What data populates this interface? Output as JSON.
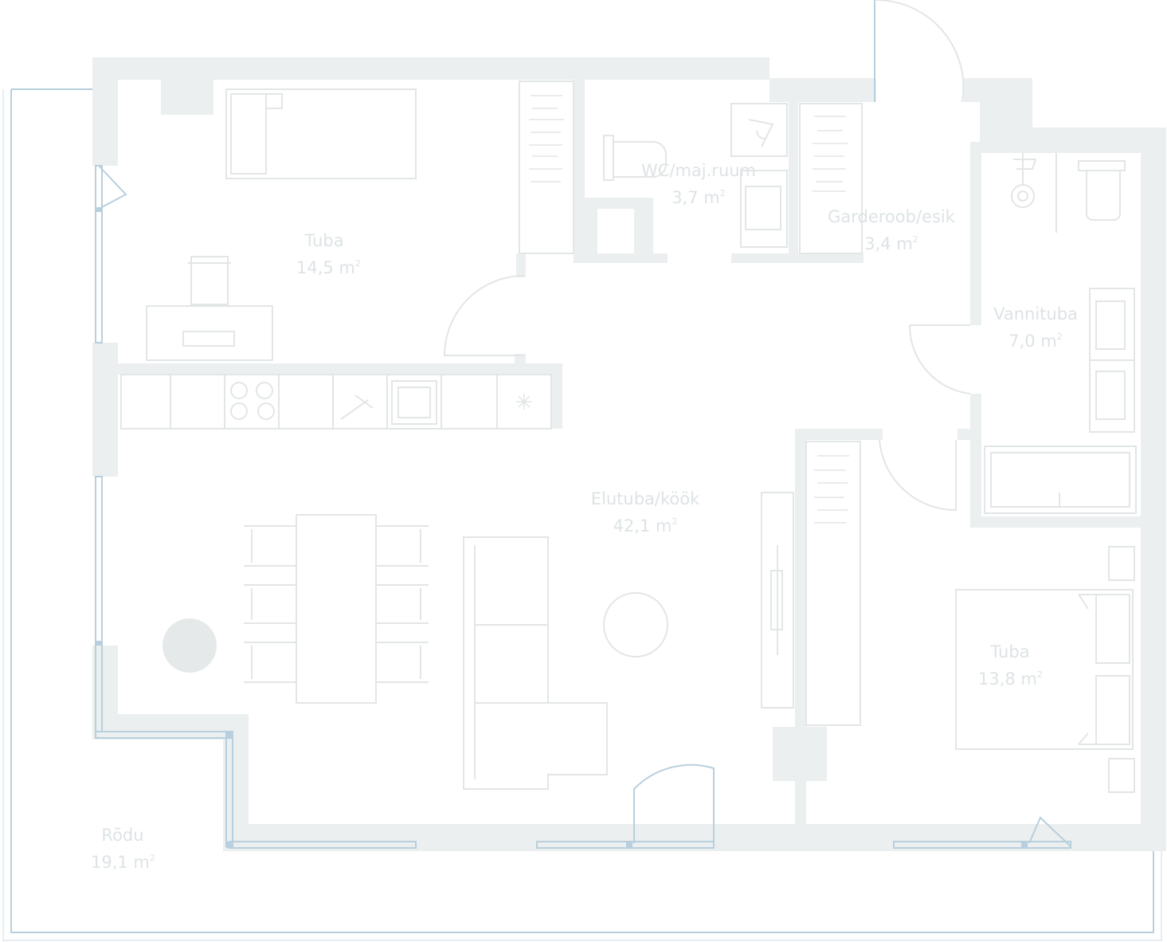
{
  "rooms": [
    {
      "name": "Tuba",
      "area": "14,5 m",
      "unit_sup": "2"
    },
    {
      "name": "WC/maj.ruum",
      "area": "3,7 m",
      "unit_sup": "2"
    },
    {
      "name": "Garderoob/esik",
      "area": "3,4 m",
      "unit_sup": "2"
    },
    {
      "name": "Vannituba",
      "area": "7,0 m",
      "unit_sup": "2"
    },
    {
      "name": "Elutuba/köök",
      "area": "42,1 m",
      "unit_sup": "2"
    },
    {
      "name": "Tuba",
      "area": "13,8 m",
      "unit_sup": "2"
    },
    {
      "name": "Rõdu",
      "area": "19,1 m",
      "unit_sup": "2"
    }
  ],
  "colors": {
    "wall": "#ecefef",
    "furniture": "#e3e6e6",
    "window": "#b8cfdd",
    "label": "#dde3e5"
  }
}
